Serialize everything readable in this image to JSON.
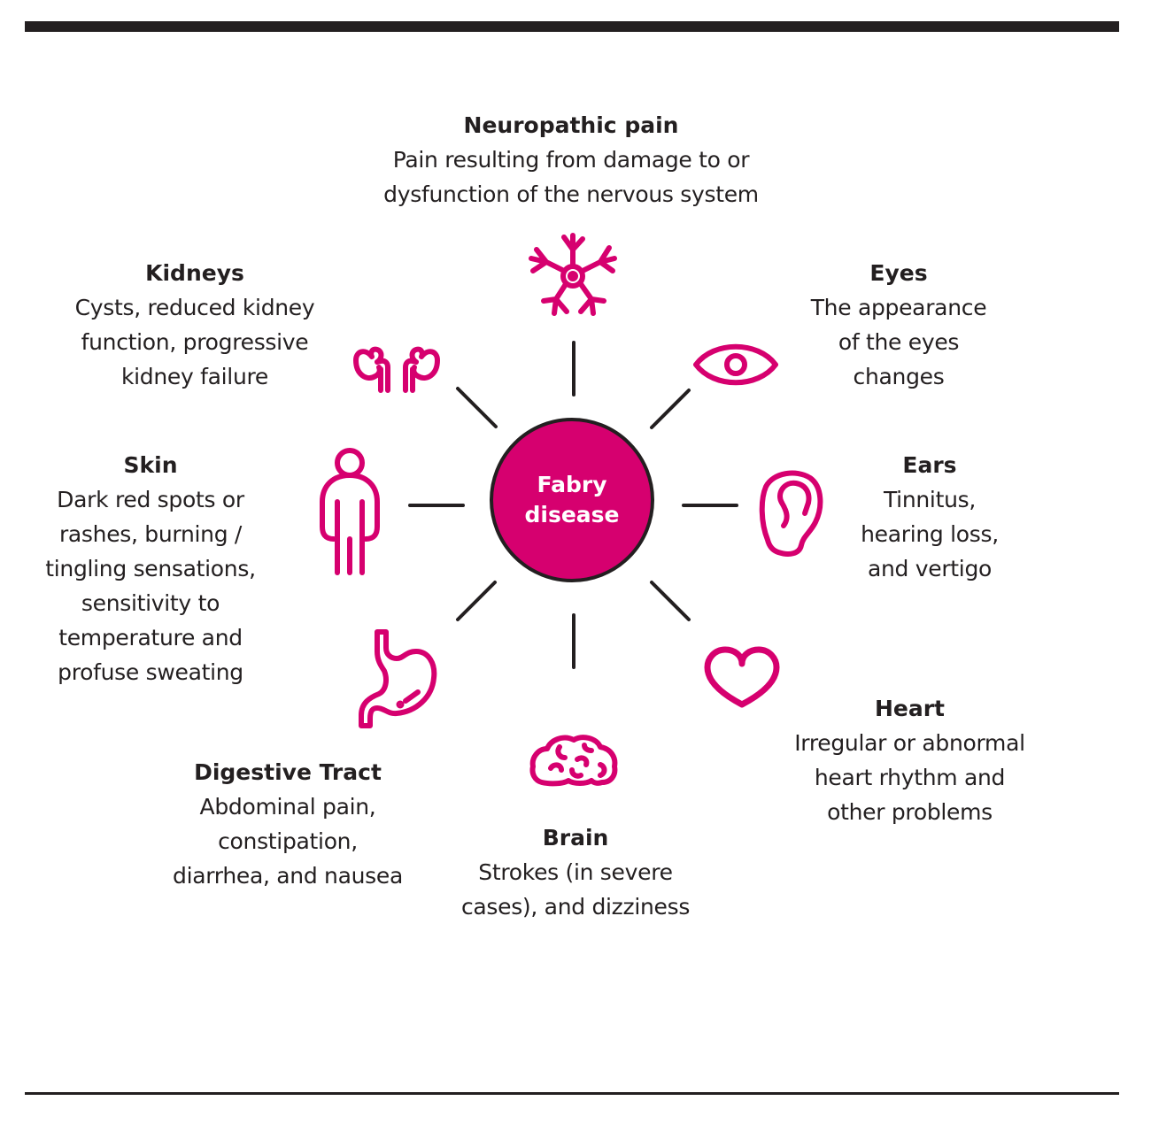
{
  "center": {
    "line1": "Fabry",
    "line2": "disease"
  },
  "colors": {
    "accent": "#d6006f",
    "ink": "#231f20"
  },
  "symptoms": {
    "neuropathic": {
      "icon": "neuron-icon",
      "title": "Neuropathic pain",
      "desc": "Pain resulting from damage to or\ndysfunction of the nervous system"
    },
    "eyes": {
      "icon": "eye-icon",
      "title": "Eyes",
      "desc": "The appearance\nof the eyes\nchanges"
    },
    "ears": {
      "icon": "ear-icon",
      "title": "Ears",
      "desc": "Tinnitus,\nhearing loss,\nand vertigo"
    },
    "heart": {
      "icon": "heart-icon",
      "title": "Heart",
      "desc": "Irregular or abnormal\nheart rhythm and\nother problems"
    },
    "brain": {
      "icon": "brain-icon",
      "title": "Brain",
      "desc": "Strokes (in severe\ncases), and dizziness"
    },
    "digestive": {
      "icon": "stomach-icon",
      "title": "Digestive Tract",
      "desc": "Abdominal pain,\nconstipation,\ndiarrhea, and nausea"
    },
    "skin": {
      "icon": "person-icon",
      "title": "Skin",
      "desc": "Dark red spots or\nrashes, burning /\ntingling sensations,\nsensitivity to\ntemperature and\nprofuse sweating"
    },
    "kidneys": {
      "icon": "kidneys-icon",
      "title": "Kidneys",
      "desc": "Cysts, reduced kidney\nfunction, progressive\nkidney failure"
    }
  }
}
